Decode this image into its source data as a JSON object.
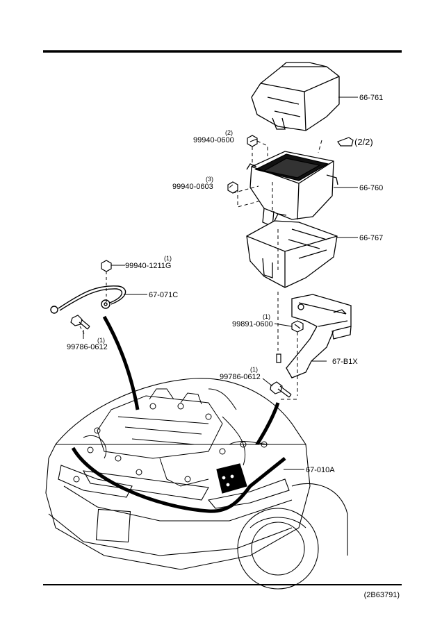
{
  "footer": {
    "diagram_code": "(2B63791)"
  },
  "indicator": {
    "page_ref": "(2/2)"
  },
  "callouts": [
    {
      "id": "66-761",
      "text": "66-761"
    },
    {
      "id": "66-760",
      "text": "66-760"
    },
    {
      "id": "66-767",
      "text": "66-767"
    },
    {
      "id": "67-071C",
      "text": "67-071C"
    },
    {
      "id": "67-B1X",
      "text": "67-B1X"
    },
    {
      "id": "67-010A",
      "text": "67-010A"
    },
    {
      "id": "99940-0600",
      "text": "99940-0600",
      "qty": "(2)"
    },
    {
      "id": "99940-0603",
      "text": "99940-0603",
      "qty": "(3)"
    },
    {
      "id": "99940-1211G",
      "text": "99940-1211G",
      "qty": "(1)"
    },
    {
      "id": "99786-0612-a",
      "text": "99786-0612",
      "qty": "(1)"
    },
    {
      "id": "99891-0600",
      "text": "99891-0600",
      "qty": "(1)"
    },
    {
      "id": "99786-0612-b",
      "text": "99786-0612",
      "qty": "(1)"
    }
  ]
}
